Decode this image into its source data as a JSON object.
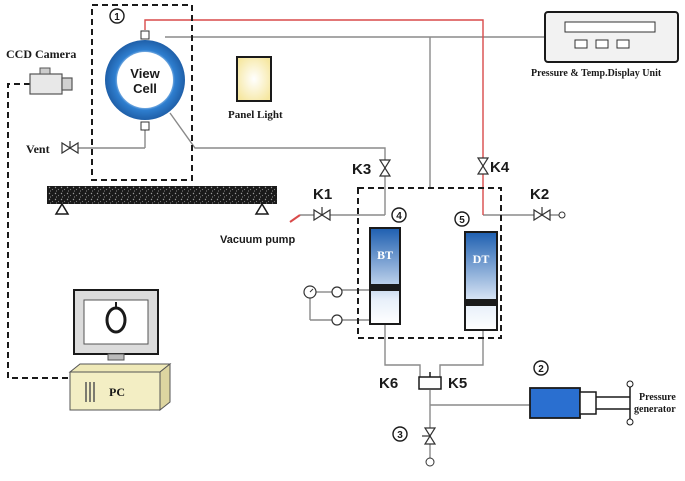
{
  "labels": {
    "ccd_camera": "CCD Camera",
    "view_cell_line1": "View",
    "view_cell_line2": "Cell",
    "panel_light": "Panel Light",
    "vent": "Vent",
    "display_unit": "Pressure & Temp.Display Unit",
    "k3": "K3",
    "k4": "K4",
    "k1": "K1",
    "k2": "K2",
    "vacuum_pump": "Vacuum pump",
    "bt": "BT",
    "dt": "DT",
    "k6": "K6",
    "k5": "K5",
    "pc": "PC",
    "pressure_generator_line1": "Pressure",
    "pressure_generator_line2": "generator"
  },
  "markers": {
    "m1": "1",
    "m2": "2",
    "m3": "3",
    "m4": "4",
    "m5": "5"
  },
  "colors": {
    "line": "#7a7a7a",
    "dark": "#1a1a1a",
    "red_line": "#d94a4a",
    "ring_blue": "#2f7fd0",
    "cylinder_top": "#1e5fb0",
    "generator_blue": "#2a6fd0",
    "panel_light": "#fff3b0"
  }
}
